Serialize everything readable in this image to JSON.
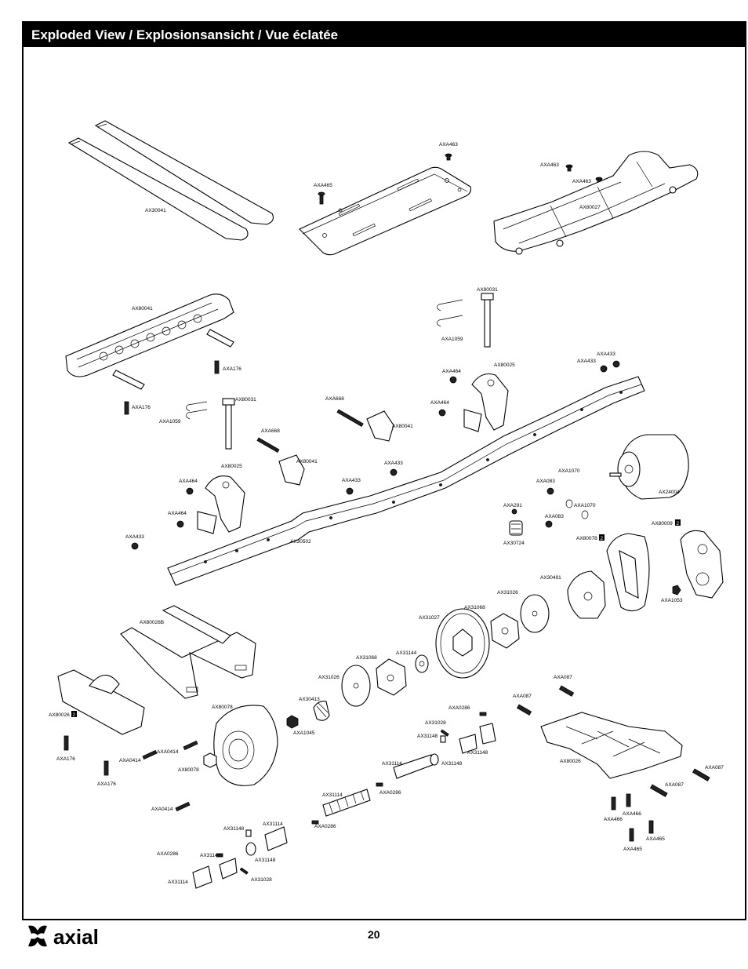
{
  "header": {
    "title": "Exploded View / Explosionsansicht / Vue éclatée"
  },
  "footer": {
    "page_number": "20",
    "logo_text": "axial"
  },
  "parts": [
    {
      "id": "AX30041a",
      "label": "AX30041"
    },
    {
      "id": "AXA463a",
      "label": "AXA463"
    },
    {
      "id": "AXA465a",
      "label": "AXA465"
    },
    {
      "id": "AXA463b",
      "label": "AXA463"
    },
    {
      "id": "AXA463c",
      "label": "AXA463"
    },
    {
      "id": "AX80027a",
      "label": "AX80027"
    },
    {
      "id": "AX80041a",
      "label": "AX80041"
    },
    {
      "id": "AXA176a",
      "label": "AXA176"
    },
    {
      "id": "AX80031a",
      "label": "AX80031"
    },
    {
      "id": "AXA1059a",
      "label": "AXA1059"
    },
    {
      "id": "AXA433a",
      "label": "AXA433"
    },
    {
      "id": "AXA433b",
      "label": "AXA433"
    },
    {
      "id": "AXA464a",
      "label": "AXA464"
    },
    {
      "id": "AX80025a",
      "label": "AX80025"
    },
    {
      "id": "AXA464b",
      "label": "AXA464"
    },
    {
      "id": "AXA176b",
      "label": "AXA176"
    },
    {
      "id": "AX80031b",
      "label": "AX80031"
    },
    {
      "id": "AXA1059b",
      "label": "AXA1059"
    },
    {
      "id": "AXA668a",
      "label": "AXA668"
    },
    {
      "id": "AX80041b",
      "label": "AX80041"
    },
    {
      "id": "AXA668b",
      "label": "AXA668"
    },
    {
      "id": "AX80041c",
      "label": "AX80041"
    },
    {
      "id": "AXA433c",
      "label": "AXA433"
    },
    {
      "id": "AX80025b",
      "label": "AX80025"
    },
    {
      "id": "AXA464c",
      "label": "AXA464"
    },
    {
      "id": "AXA433d",
      "label": "AXA433"
    },
    {
      "id": "AXA464d",
      "label": "AXA464"
    },
    {
      "id": "AXA433e",
      "label": "AXA433"
    },
    {
      "id": "AX30502a",
      "label": "AX30502"
    },
    {
      "id": "AXA1070a",
      "label": "AXA1070"
    },
    {
      "id": "AXA083a",
      "label": "AXA083"
    },
    {
      "id": "AX24004a",
      "label": "AX24004"
    },
    {
      "id": "AXA291a",
      "label": "AXA291"
    },
    {
      "id": "AXA1070b",
      "label": "AXA1070"
    },
    {
      "id": "AXA083b",
      "label": "AXA083"
    },
    {
      "id": "AX30724a",
      "label": "AX30724"
    },
    {
      "id": "AX80078a",
      "label": "AX80078"
    },
    {
      "id": "AX80009a",
      "label": "AX80009"
    },
    {
      "id": "AX30491a",
      "label": "AX30491"
    },
    {
      "id": "AX31026a",
      "label": "AX31026"
    },
    {
      "id": "AXA1053a",
      "label": "AXA1053"
    },
    {
      "id": "AX31068a",
      "label": "AX31068"
    },
    {
      "id": "AX31027a",
      "label": "AX31027"
    },
    {
      "id": "AX80026Ba",
      "label": "AX80026B"
    },
    {
      "id": "AX31068b",
      "label": "AX31068"
    },
    {
      "id": "AX31144a",
      "label": "AX31144"
    },
    {
      "id": "AX31026b",
      "label": "AX31026"
    },
    {
      "id": "AXA087a",
      "label": "AXA087"
    },
    {
      "id": "AXA087b",
      "label": "AXA087"
    },
    {
      "id": "AX30413a",
      "label": "AX30413"
    },
    {
      "id": "AX80078b",
      "label": "AX80078"
    },
    {
      "id": "AXA0286a",
      "label": "AXA0286"
    },
    {
      "id": "AX80026a",
      "label": "AX80026"
    },
    {
      "id": "AXA1045a",
      "label": "AXA1045"
    },
    {
      "id": "AX31028a",
      "label": "AX31028"
    },
    {
      "id": "AX31148a",
      "label": "AX31148"
    },
    {
      "id": "AX31148b",
      "label": "AX31148"
    },
    {
      "id": "AXA176c",
      "label": "AXA176"
    },
    {
      "id": "AXA0414a",
      "label": "AXA0414"
    },
    {
      "id": "AXA0414b",
      "label": "AXA0414"
    },
    {
      "id": "AX80078c",
      "label": "AX80078"
    },
    {
      "id": "AX31148c",
      "label": "AX31148"
    },
    {
      "id": "AX31114a",
      "label": "AX31114"
    },
    {
      "id": "AX80026b",
      "label": "AX80026"
    },
    {
      "id": "AXA176d",
      "label": "AXA176"
    },
    {
      "id": "AXA087c",
      "label": "AXA087"
    },
    {
      "id": "AXA0286b",
      "label": "AXA0286"
    },
    {
      "id": "AXA087d",
      "label": "AXA087"
    },
    {
      "id": "AX31114b",
      "label": "AX31114"
    },
    {
      "id": "AXA0414c",
      "label": "AXA0414"
    },
    {
      "id": "AXA466a",
      "label": "AXA466"
    },
    {
      "id": "AXA466b",
      "label": "AXA466"
    },
    {
      "id": "AX31114c",
      "label": "AX31114"
    },
    {
      "id": "AXA0286c",
      "label": "AXA0286"
    },
    {
      "id": "AX31148d",
      "label": "AX31148"
    },
    {
      "id": "AXA465b",
      "label": "AXA465"
    },
    {
      "id": "AXA465c",
      "label": "AXA465"
    },
    {
      "id": "AX31148e",
      "label": "AX31148"
    },
    {
      "id": "AXA0286d",
      "label": "AXA0286"
    },
    {
      "id": "AX31148f",
      "label": "AX31148"
    },
    {
      "id": "AX31114d",
      "label": "AX31114"
    },
    {
      "id": "AX31028b",
      "label": "AX31028"
    }
  ],
  "badges": {
    "box_label": "2"
  }
}
